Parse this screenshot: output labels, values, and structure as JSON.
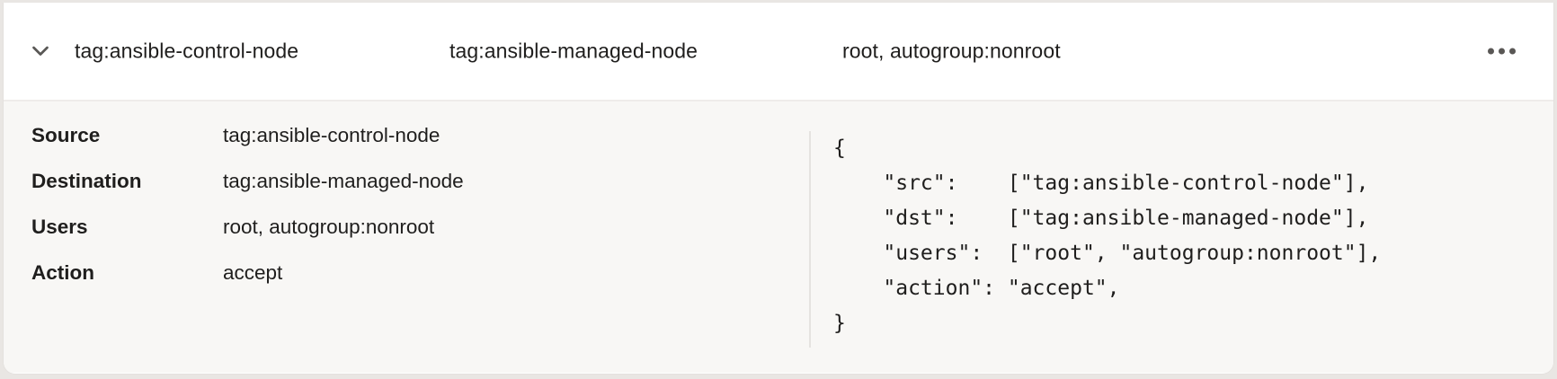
{
  "header": {
    "columns": [
      "tag:ansible-control-node",
      "tag:ansible-managed-node",
      "root, autogroup:nonroot"
    ],
    "expand_icon": "chevron-down",
    "menu_icon": "ellipsis"
  },
  "details": {
    "rows": [
      {
        "label": "Source",
        "value": "tag:ansible-control-node"
      },
      {
        "label": "Destination",
        "value": "tag:ansible-managed-node"
      },
      {
        "label": "Users",
        "value": "root, autogroup:nonroot"
      },
      {
        "label": "Action",
        "value": "accept"
      }
    ]
  },
  "code": {
    "lines": [
      "{",
      "    \"src\":    [\"tag:ansible-control-node\"],",
      "    \"dst\":    [\"tag:ansible-managed-node\"],",
      "    \"users\":  [\"root\", \"autogroup:nonroot\"],",
      "    \"action\": \"accept\",",
      "}"
    ]
  },
  "colors": {
    "page-bg": "#e9e6e3",
    "card-bg": "#ffffff",
    "panel-bg": "#f8f7f5",
    "card-border": "#e4e1de",
    "header-divider": "#efecea",
    "pane-divider": "#e5e3e0",
    "text": "#1f1e1d",
    "icon": "#595755"
  }
}
